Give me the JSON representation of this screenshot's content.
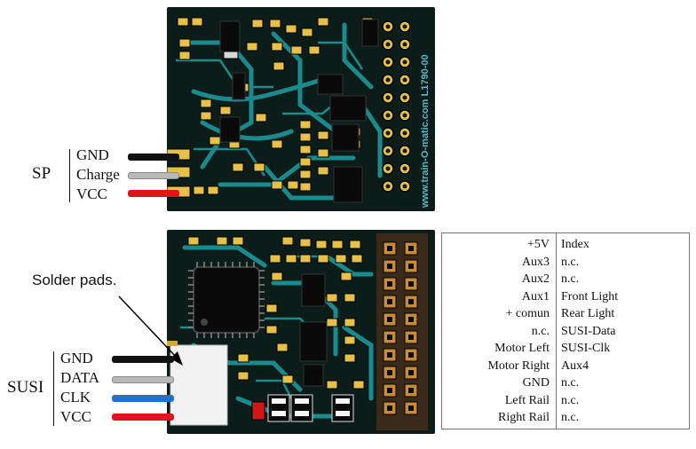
{
  "top_board": {
    "group_label": "SP",
    "wires": [
      {
        "label": "GND",
        "color": "#111111"
      },
      {
        "label": "Charge",
        "color": "#b9b9b9"
      },
      {
        "label": "VCC",
        "color": "#e0141b"
      }
    ],
    "silkscreen": "www.train-O-matic.com L1790-00"
  },
  "bottom_board": {
    "group_label": "SUSI",
    "annotation": "Solder pads.",
    "wires": [
      {
        "label": "GND",
        "color": "#111111"
      },
      {
        "label": "DATA",
        "color": "#b9b9b9"
      },
      {
        "label": "CLK",
        "color": "#1f73c8"
      },
      {
        "label": "VCC",
        "color": "#e0141b"
      }
    ]
  },
  "pin_table": {
    "rows": [
      {
        "left": "+5V",
        "right": "Index"
      },
      {
        "left": "Aux3",
        "right": "n.c."
      },
      {
        "left": "Aux2",
        "right": "n.c."
      },
      {
        "left": "Aux1",
        "right": "Front Light"
      },
      {
        "left": "+ comun",
        "right": "Rear Light"
      },
      {
        "left": "n.c.",
        "right": "SUSI-Data"
      },
      {
        "left": "Motor Left",
        "right": "SUSI-Clk"
      },
      {
        "left": "Motor Right",
        "right": "Aux4"
      },
      {
        "left": "GND",
        "right": "n.c."
      },
      {
        "left": "Left Rail",
        "right": "n.c."
      },
      {
        "left": "Right Rail",
        "right": "n.c."
      }
    ]
  },
  "colors": {
    "pcb": "#0c1c19",
    "trace": "#1b8a8c",
    "pad": "#e7c04a",
    "component": "#0a0a0a"
  }
}
